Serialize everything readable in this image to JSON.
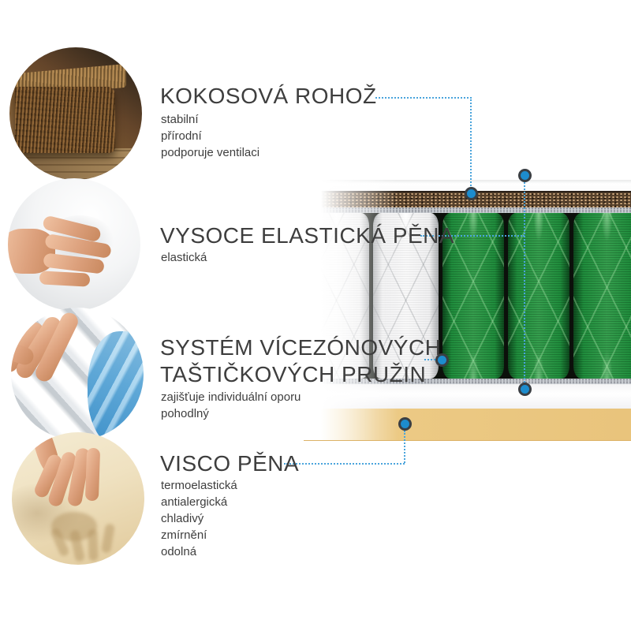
{
  "palette": {
    "accent_blue_dot": "#1d8ccd",
    "dot_ring": "#3a3f44",
    "connector_blue": "#4aa4dc",
    "text_color": "#3e3e3e",
    "spring_green": "#1f8c3c",
    "spring_white": "#efeff0",
    "coconut_brown": "#55402b",
    "visco_yellow": "#e9c47c"
  },
  "sections": [
    {
      "id": "coconut-mat",
      "photo": "coconut-fiber-closeup",
      "title": "KOKOSOVÁ ROHOŽ",
      "features": [
        "stabilní",
        "přírodní",
        "podporuje ventilaci"
      ]
    },
    {
      "id": "elastic-foam",
      "photo": "hand-pressing-foam",
      "title": "VYSOCE ELASTICKÁ PĚNA",
      "features": [
        "elastická"
      ]
    },
    {
      "id": "pocket-springs",
      "photo": "hands-on-pocket-springs",
      "title_lines": [
        "SYSTÉM VÍCEZÓNOVÝCH",
        "TAŠTIČKOVÝCH PRUŽIN"
      ],
      "features": [
        "zajišťuje individuální oporu",
        "pohodlný"
      ]
    },
    {
      "id": "visco-foam",
      "photo": "hand-imprint-memory-foam",
      "title": "VISCO PĚNA",
      "features": [
        "termoelastická",
        "antialergická",
        "chladivý",
        "zmírnění",
        "odolná"
      ]
    }
  ]
}
